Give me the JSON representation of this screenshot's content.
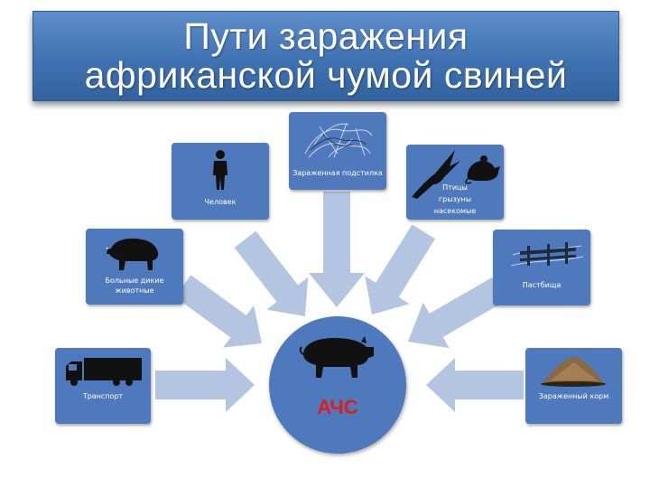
{
  "title": {
    "line1": "Пути заражения",
    "line2": "африканской чумой свиней"
  },
  "center": {
    "label": "АЧС"
  },
  "sources": {
    "transport": "Транспорт",
    "wild_animals_1": "Больные дикие",
    "wild_animals_2": "животные",
    "human": "Человек",
    "bedding": "Зараженная подстилка",
    "birds": "Птицы",
    "rodents": "грызуны",
    "insects": "насекомые",
    "pasture": "Пастбища",
    "feed": "Зараженный корм"
  },
  "colors": {
    "box": "#4f79bd",
    "arrow": "#b3c5e0",
    "label_red": "#e01b1b",
    "title_bg": "#3f72b2"
  }
}
